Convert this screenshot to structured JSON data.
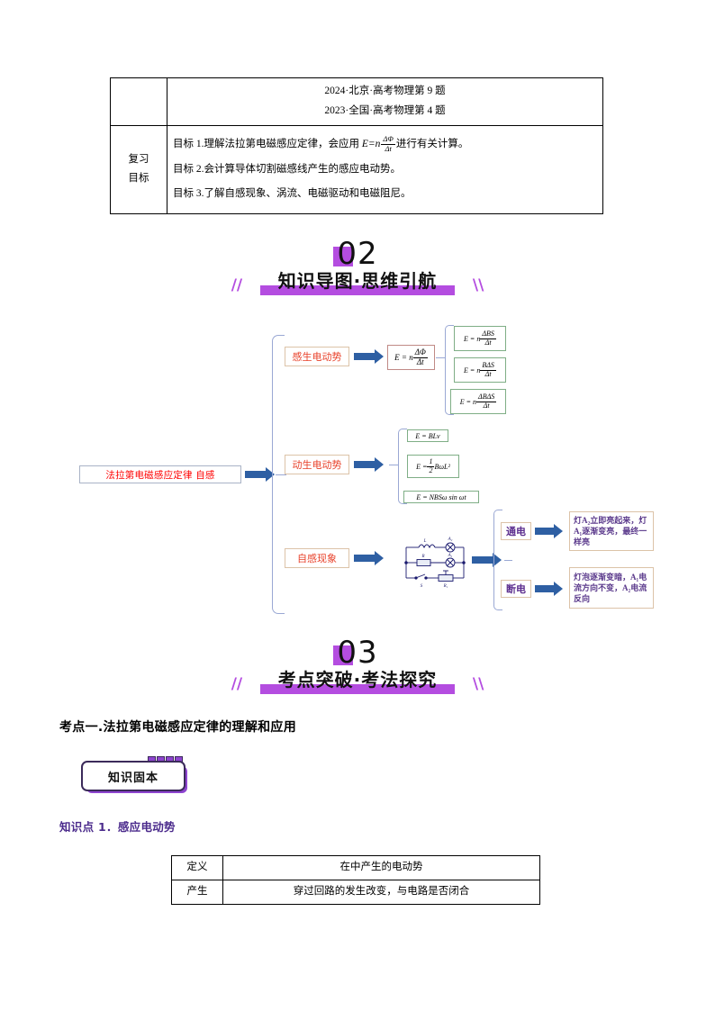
{
  "top_table": {
    "sources": [
      "2024·北京·高考物理第 9 题",
      "2023·全国·高考物理第 4 题"
    ],
    "label": "复习\n目标",
    "label_line1": "复习",
    "label_line2": "目标",
    "goals": [
      {
        "prefix": "目标 1.理解法拉第电磁感应定律，会应用 ",
        "formula_lhs": "E=n",
        "formula_num": "ΔΦ",
        "formula_den": "Δt",
        "suffix": "进行有关计算。"
      },
      {
        "text": "目标  2.会计算导体切割磁感线产生的感应电动势。"
      },
      {
        "text": "目标 3.了解自感现象、涡流、电磁驱动和电磁阻尼。"
      }
    ]
  },
  "banner_02": {
    "number": "02",
    "title": "知识导图·思维引航",
    "left_slash": "//",
    "right_slash": "\\\\"
  },
  "banner_03": {
    "number": "03",
    "title": "考点突破·考法探究",
    "left_slash": "//",
    "right_slash": "\\\\"
  },
  "mindmap": {
    "root": "法拉第电磁感应定律 自感",
    "branches": [
      {
        "label": "感生电动势"
      },
      {
        "label": "动生电动势"
      },
      {
        "label": "自感现象"
      }
    ],
    "center_formula": {
      "lhs": "E = n",
      "num": "ΔΦ",
      "den": "Δt"
    },
    "induced_formulas": [
      {
        "lhs": "E = n",
        "num": "ΔBS",
        "den": "Δt"
      },
      {
        "lhs": "E = n",
        "num": "BΔS",
        "den": "Δt"
      },
      {
        "lhs": "E = n",
        "num": "ΔBΔS",
        "den": "Δt"
      }
    ],
    "motional_formulas": [
      {
        "plain": "E = BLv"
      },
      {
        "frac_lhs": "E =",
        "num": "1",
        "den": "2",
        "rhs": "BωL²"
      },
      {
        "plain": "E = NBSω sin ωt"
      }
    ],
    "circuit": {
      "inductor_label": "L",
      "lamp_top_label": "A₂",
      "lamp_mid_label": "A₁",
      "resistor_label": "R",
      "switch_label": "S",
      "rheostat_label": "R₁"
    },
    "tags": [
      {
        "label": "通电",
        "result": "灯A₂立即亮起来，灯A₁逐渐变亮，最终一样亮"
      },
      {
        "label": "断电",
        "result": "灯泡逐渐变暗，A₁电流方向不变，A₂电流反向"
      }
    ]
  },
  "kaodian_heading": "考点一.法拉第电磁感应定律的理解和应用",
  "badge": {
    "label": "知识固本"
  },
  "zhishidian_heading": "知识点 1．感应电动势",
  "bottom_table": {
    "rows": [
      {
        "label": "定义",
        "prefix": "在",
        "blank1": "            ",
        "mid": "中产生的电动势",
        "suffix": ""
      },
      {
        "label": "产生",
        "prefix": "穿过回路的",
        "blank1": "      ",
        "mid": "发生改变，与电路是否闭合",
        "suffix": "     "
      }
    ]
  },
  "colors": {
    "accent_purple": "#b44de0",
    "heading_purple": "#4b2b8c",
    "arrow_blue": "#2e5fa3",
    "bracket_blue": "#9aa8d4",
    "node_red": "#ff0000",
    "branch_red": "#e8412a",
    "green_border": "#7fae86",
    "tan_border": "#dcc3a8"
  }
}
